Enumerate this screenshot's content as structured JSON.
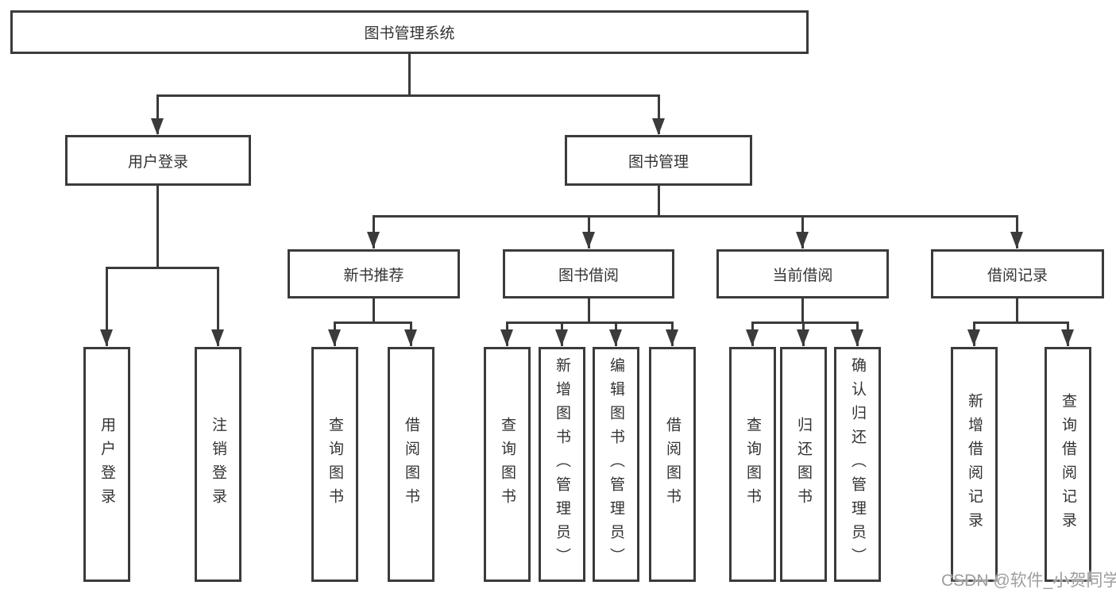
{
  "colors": {
    "line": "#3b3b3b",
    "box_border": "#3b3b3b",
    "text": "#333333",
    "background": "#ffffff",
    "watermark": "#9e9e9e"
  },
  "tree": {
    "root": {
      "label": "图书管理系统"
    },
    "level2": [
      {
        "label": "用户登录"
      },
      {
        "label": "图书管理"
      }
    ],
    "level3": [
      {
        "label": "新书推荐"
      },
      {
        "label": "图书借阅"
      },
      {
        "label": "当前借阅"
      },
      {
        "label": "借阅记录"
      }
    ],
    "leaves": {
      "user_login": [
        {
          "label": "用户登录"
        },
        {
          "label": "注销登录"
        }
      ],
      "new_book_recommend": [
        {
          "label": "查询图书"
        },
        {
          "label": "借阅图书"
        }
      ],
      "book_borrow": [
        {
          "label": "查询图书"
        },
        {
          "label": "新增图书（管理员）"
        },
        {
          "label": "编辑图书（管理员）"
        },
        {
          "label": "借阅图书"
        }
      ],
      "current_borrow": [
        {
          "label": "查询图书"
        },
        {
          "label": "归还图书"
        },
        {
          "label": "确认归还（管理员）"
        }
      ],
      "borrow_records": [
        {
          "label": "新增借阅记录"
        },
        {
          "label": "查询借阅记录"
        }
      ]
    }
  },
  "watermark": {
    "text": "CSDN @软件_小贺同学"
  }
}
